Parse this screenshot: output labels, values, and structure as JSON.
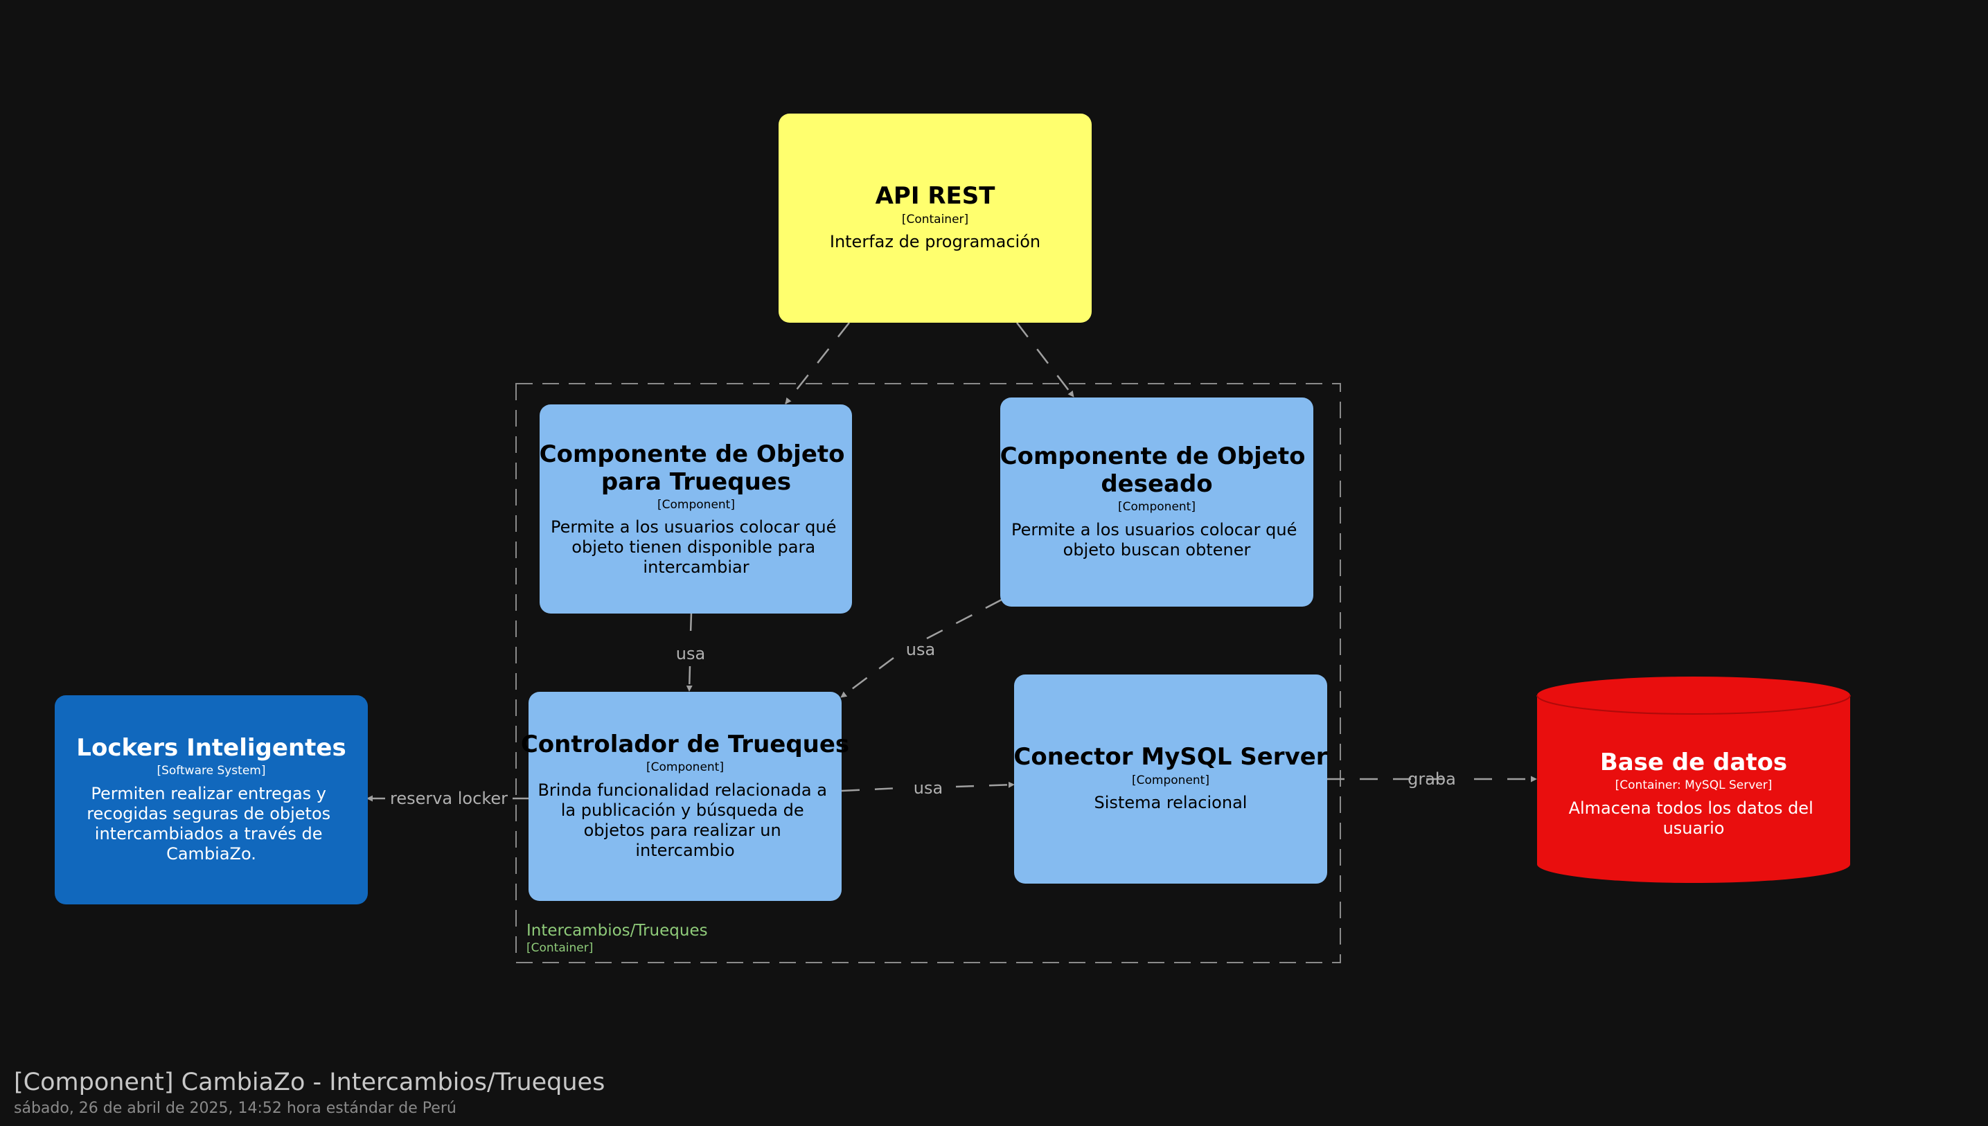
{
  "diagram": {
    "title": "[Component] CambiaZo - Intercambios/Trueques",
    "timestamp": "sábado, 26 de abril de 2025, 14:52 hora estándar de Perú",
    "colors": {
      "background": "#111111",
      "container_yellow": "#FFFF6E",
      "component_blue": "#85BBF0",
      "system_blue": "#1168BD",
      "database_red": "#E90E0E",
      "boundary_green": "#8FCB7A",
      "arrow_grey": "#A0A0A0"
    },
    "boundary": {
      "name": "Intercambios/Trueques",
      "type": "[Container]"
    },
    "nodes": {
      "api": {
        "name": "API REST",
        "type": "[Container]",
        "desc": [
          "Interfaz de programación"
        ]
      },
      "trueques": {
        "name": [
          "Componente de Objeto",
          "para Trueques"
        ],
        "type": "[Component]",
        "desc": [
          "Permite a los usuarios colocar qué",
          "objeto tienen disponible para",
          "intercambiar"
        ]
      },
      "deseado": {
        "name": [
          "Componente de Objeto",
          "deseado"
        ],
        "type": "[Component]",
        "desc": [
          "Permite a los usuarios colocar qué",
          "objeto buscan obtener"
        ]
      },
      "controlador": {
        "name": "Controlador de Trueques",
        "type": "[Component]",
        "desc": [
          "Brinda funcionalidad relacionada a",
          "la publicación y búsqueda de",
          "objetos para realizar un",
          "intercambio"
        ]
      },
      "conector": {
        "name": "Conector MySQL Server",
        "type": "[Component]",
        "desc": [
          "Sistema relacional"
        ]
      },
      "lockers": {
        "name": "Lockers Inteligentes",
        "type": "[Software System]",
        "desc": [
          "Permiten realizar entregas y",
          "recogidas seguras de objetos",
          "intercambiados a través de",
          "CambiaZo."
        ]
      },
      "database": {
        "name": "Base de datos",
        "type": "[Container: MySQL Server]",
        "desc": [
          "Almacena todos los datos del",
          "usuario"
        ]
      }
    },
    "edges": {
      "trueques_controlador": "usa",
      "deseado_controlador": "usa",
      "controlador_conector": "usa",
      "controlador_lockers": "reserva locker",
      "conector_database": "graba"
    }
  }
}
